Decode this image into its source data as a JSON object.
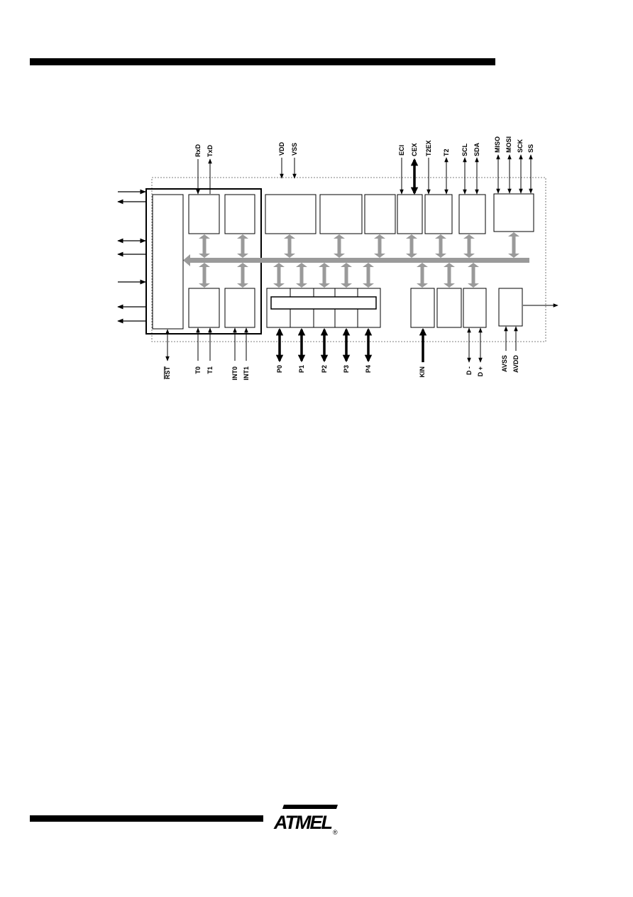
{
  "header": {
    "bar_color": "#000000"
  },
  "diagram": {
    "colors": {
      "bus": "#9a9a9a",
      "line": "#000000",
      "boundary": "#555555"
    },
    "top_pins": [
      "RxD",
      "TxD",
      "VDD",
      "VSS",
      "ECI",
      "CEX",
      "T2EX",
      "T2",
      "SCL",
      "SDA",
      "MISO",
      "MOSI",
      "SCK",
      "SS"
    ],
    "bottom_pins": [
      "RST",
      "T0",
      "T1",
      "INT0",
      "INT1",
      "P0",
      "P1",
      "P2",
      "P3",
      "P4",
      "KIN",
      "D -",
      "D +",
      "AVSS",
      "AVDD"
    ]
  },
  "footer": {
    "logo_text": "ATMEL",
    "logo_mark": "®"
  }
}
